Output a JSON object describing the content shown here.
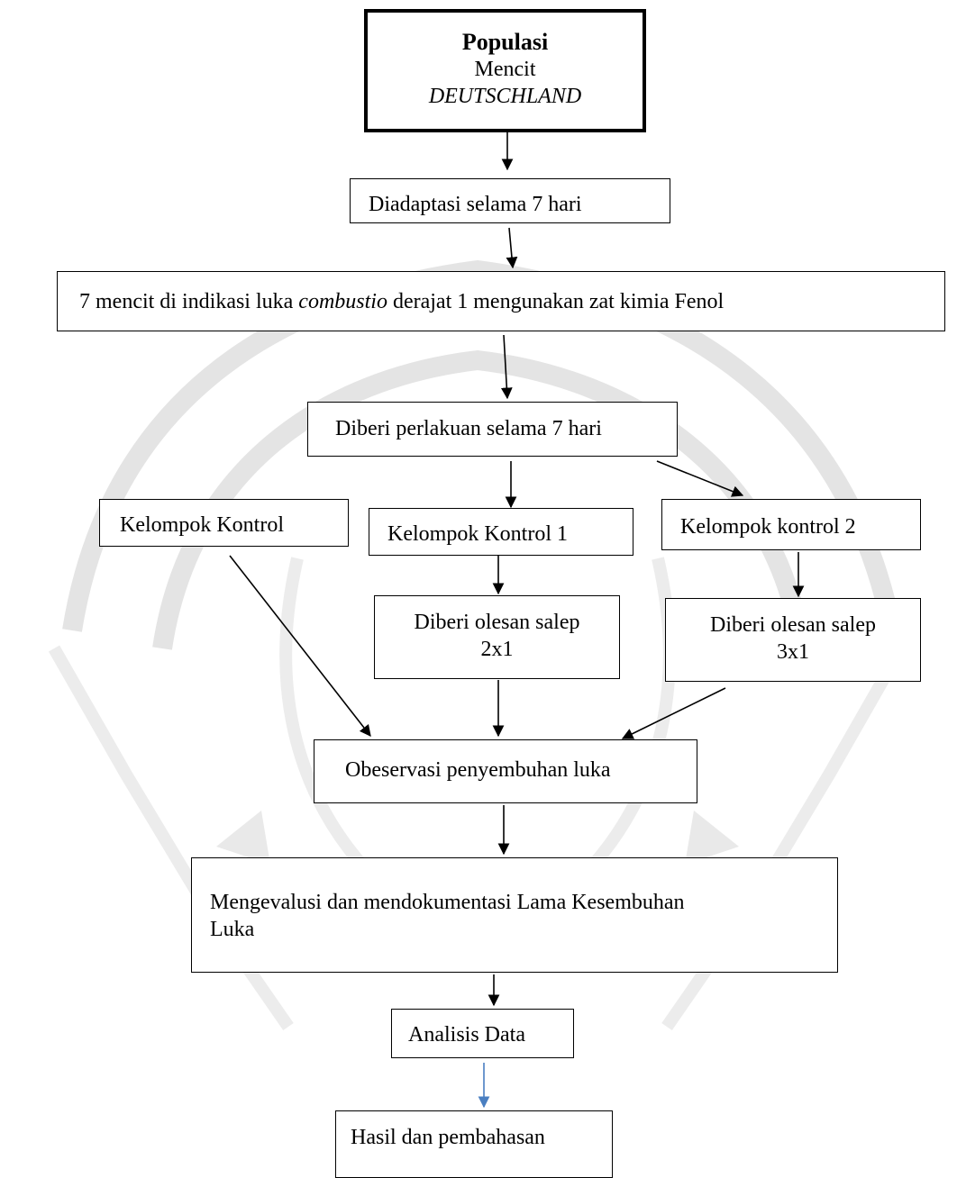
{
  "nodes": {
    "populasi": {
      "title": "Populasi",
      "line2": "Mencit",
      "line3": "DEUTSCHLAND"
    },
    "adaptasi": "Diadaptasi selama 7 hari",
    "indikasi": {
      "pre": "7 mencit di indikasi luka ",
      "italic": "combustio",
      "post": " derajat 1 mengunakan zat kimia Fenol"
    },
    "perlakuan": "Diberi perlakuan selama 7 hari",
    "kontrol": "Kelompok Kontrol",
    "kontrol1": "Kelompok Kontrol 1",
    "kontrol2": "Kelompok kontrol 2",
    "salep2": {
      "line1": "Diberi olesan salep",
      "line2": "2x1"
    },
    "salep3": {
      "line1": "Diberi olesan salep",
      "line2": "3x1"
    },
    "observasi": "Obeservasi penyembuhan luka",
    "evaluasi": {
      "line1": "Mengevalusi dan mendokumentasi Lama Kesembuhan",
      "line2": "Luka"
    },
    "analisis": "Analisis Data",
    "hasil": "Hasil dan pembahasan"
  },
  "colors": {
    "arrow": "#000000",
    "last_arrow": "#4a7fc1",
    "watermark": "#e2e2e2"
  }
}
